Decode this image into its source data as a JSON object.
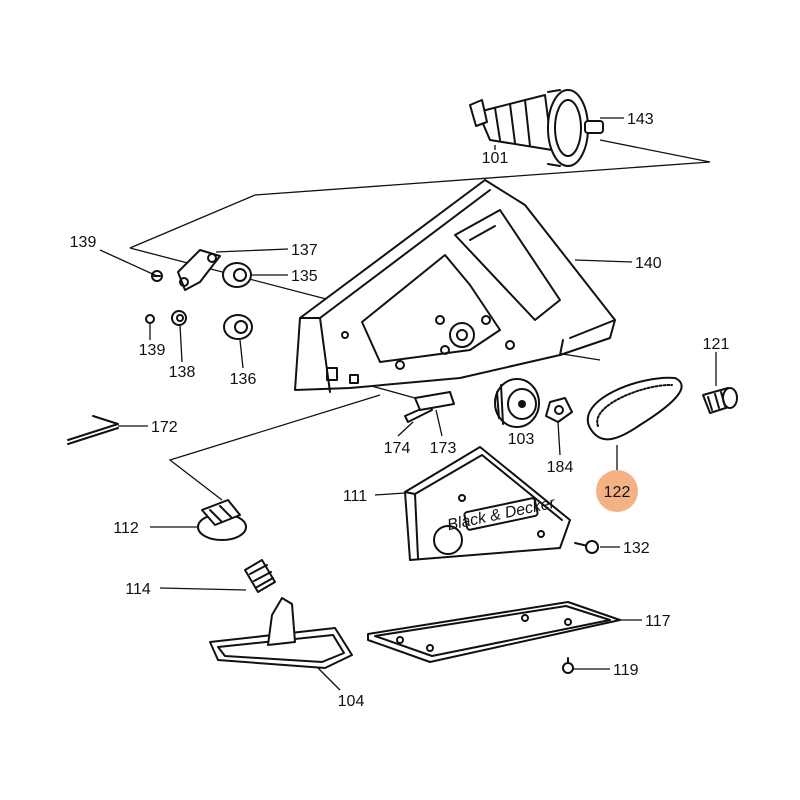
{
  "highlight_color": "#F4B183",
  "brand_plate_text": "Black & Decker",
  "labels": {
    "p101": "101",
    "p143": "143",
    "p139a": "139",
    "p137": "137",
    "p135": "135",
    "p140": "140",
    "p139b": "139",
    "p138": "138",
    "p136": "136",
    "p121": "121",
    "p172": "172",
    "p174": "174",
    "p173": "173",
    "p103": "103",
    "p184": "184",
    "p122": "122",
    "p111": "111",
    "p112": "112",
    "p132": "132",
    "p114": "114",
    "p117": "117",
    "p119": "119",
    "p104": "104"
  }
}
